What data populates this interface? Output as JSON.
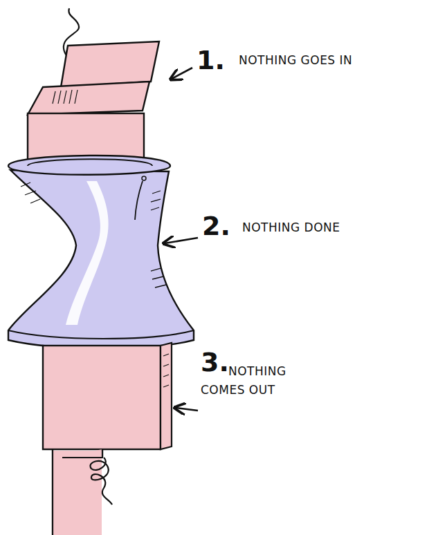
{
  "diagram": {
    "labels": [
      "1.",
      "NOTHING GOES IN",
      "2.",
      "NOTHING DONE",
      "3.",
      "NOTHING COMES OUT"
    ]
  }
}
